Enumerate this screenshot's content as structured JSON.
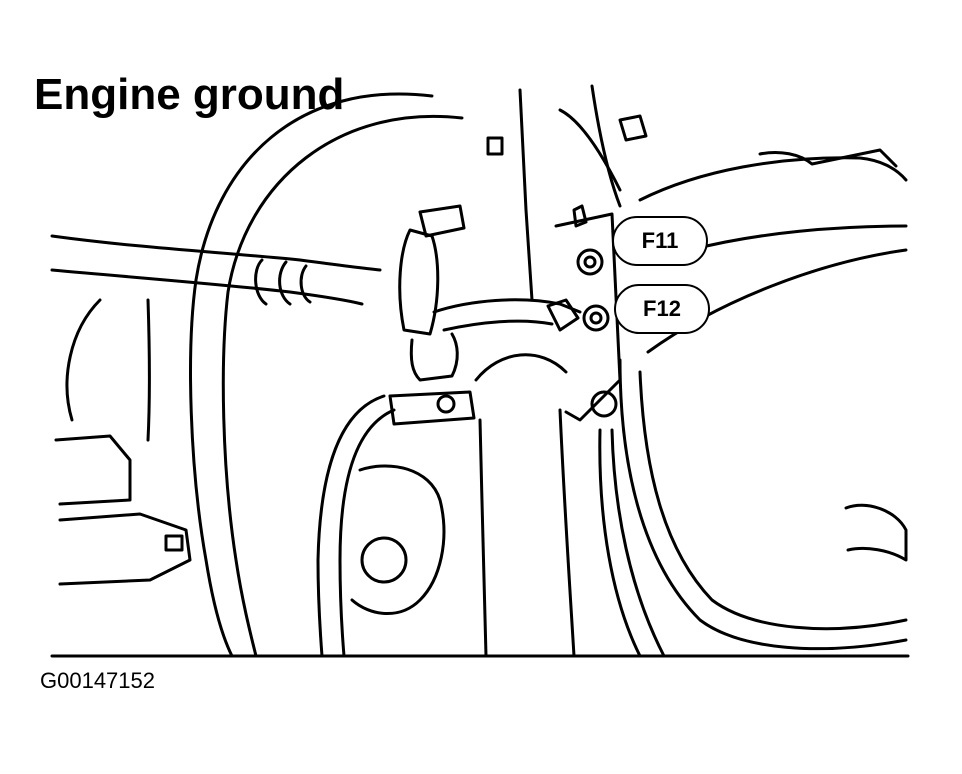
{
  "title": "Engine ground",
  "callouts": {
    "f11": "F11",
    "f12": "F12"
  },
  "figure_id": "G00147152",
  "colors": {
    "line": "#000000",
    "background": "#ffffff"
  }
}
